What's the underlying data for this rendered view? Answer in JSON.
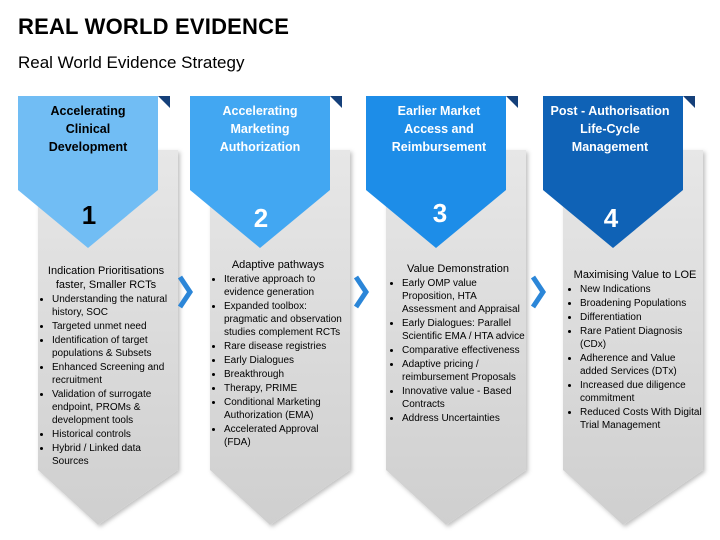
{
  "page": {
    "title": "REAL WORLD EVIDENCE",
    "subtitle": "Real World Evidence Strategy"
  },
  "colors": {
    "stage1": "#71bdf4",
    "stage2": "#42a7f2",
    "stage3": "#1d8de8",
    "stage4": "#0f62b6",
    "fold": "#15407a",
    "chevron": "#2b86d8",
    "panel": "#dcdcdc"
  },
  "stages": [
    {
      "heading": [
        "Accelerating",
        "Clinical",
        "Development"
      ],
      "number": "1",
      "subtitle": [
        "Indication Prioritisations",
        "faster, Smaller RCTs"
      ],
      "bullets": [
        "Understanding the natural history, SOC",
        "Targeted unmet need",
        "Identification of target populations & Subsets",
        "Enhanced Screening and recruitment",
        "Validation of surrogate endpoint, PROMs & development tools",
        "Historical controls",
        "Hybrid / Linked data Sources"
      ]
    },
    {
      "heading": [
        "Accelerating",
        "Marketing",
        "Authorization"
      ],
      "number": "2",
      "subtitle": [
        "Adaptive pathways"
      ],
      "bullets": [
        "Iterative approach to evidence generation",
        "Expanded toolbox: pragmatic and observation studies complement RCTs",
        "Rare disease registries",
        "Early Dialogues",
        "Breakthrough",
        "Therapy, PRIME",
        "Conditional Marketing Authorization (EMA)",
        "Accelerated Approval (FDA)"
      ]
    },
    {
      "heading": [
        "Earlier Market",
        "Access and",
        "Reimbursement"
      ],
      "number": "3",
      "subtitle": [
        "Value Demonstration"
      ],
      "bullets": [
        "Early OMP value Proposition, HTA Assessment and Appraisal",
        "Early Dialogues: Parallel Scientific EMA / HTA advice",
        "Comparative effectiveness",
        "Adaptive pricing / reimbursement Proposals",
        "Innovative value - Based Contracts",
        "Address Uncertainties"
      ]
    },
    {
      "heading": [
        "Post - Authorisation",
        "Life-Cycle",
        "Management"
      ],
      "number": "4",
      "subtitle": [
        "Maximising Value to LOE"
      ],
      "bullets": [
        "New Indications",
        "Broadening Populations",
        "Differentiation",
        "Rare Patient Diagnosis (CDx)",
        "Adherence and Value added Services (DTx)",
        "Increased due diligence commitment",
        "Reduced Costs With Digital Trial Management"
      ]
    }
  ]
}
